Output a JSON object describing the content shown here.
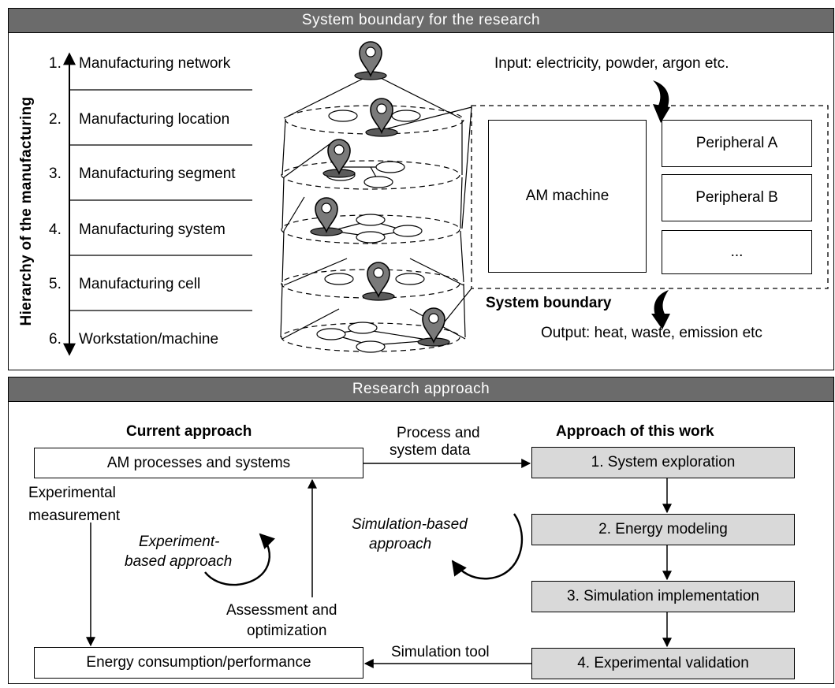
{
  "top_panel": {
    "title": "System boundary for the research",
    "axis_label": "Hierarchy of the manufacturing",
    "levels": [
      {
        "num": "1.",
        "label": "Manufacturing network"
      },
      {
        "num": "2.",
        "label": "Manufacturing location"
      },
      {
        "num": "3.",
        "label": "Manufacturing segment"
      },
      {
        "num": "4.",
        "label": "Manufacturing system"
      },
      {
        "num": "5.",
        "label": "Manufacturing cell"
      },
      {
        "num": "6.",
        "label": "Workstation/machine"
      }
    ],
    "input_text": "Input: electricity, powder, argon etc.",
    "output_text": "Output: heat, waste, emission etc",
    "system_boundary_label": "System boundary",
    "am_machine": "AM machine",
    "peripheral_a": "Peripheral A",
    "peripheral_b": "Peripheral B",
    "peripheral_more": "..."
  },
  "bottom_panel": {
    "title": "Research approach",
    "current_heading": "Current approach",
    "this_heading": "Approach of this work",
    "am_processes": "AM processes and systems",
    "energy_consumption": "Energy consumption/performance",
    "experimental_measurement_1": "Experimental",
    "experimental_measurement_2": "measurement",
    "experiment_based_1": "Experiment-",
    "experiment_based_2": "based approach",
    "assessment_1": "Assessment and",
    "assessment_2": "optimization",
    "process_data_1": "Process and",
    "process_data_2": "system data",
    "simulation_tool": "Simulation tool",
    "simulation_based_1": "Simulation-based",
    "simulation_based_2": "approach",
    "steps": [
      "1. System exploration",
      "2. Energy modeling",
      "3. Simulation implementation",
      "4. Experimental validation"
    ]
  },
  "colors": {
    "header_bg": "#6b6b6b",
    "step_fill": "#d9d9d9",
    "pin_fill": "#7a7a7a"
  }
}
